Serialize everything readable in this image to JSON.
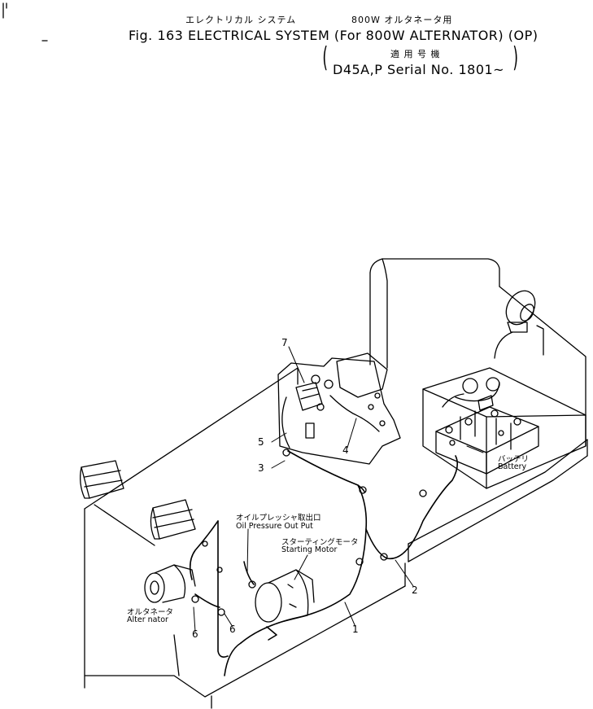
{
  "header": {
    "title_jp": "エレクトリカル システム",
    "variant_jp": "800W オルタネータ用",
    "title_en": "Fig. 163   ELECTRICAL SYSTEM (For 800W ALTERNATOR) (OP)",
    "applicable_jp": "適 用 号 機",
    "open_paren": "(",
    "serial": "D45A,P Serial No. 1801~",
    "close_paren": ")"
  },
  "labels": {
    "oil_pressure_jp": "オイルプレッシャ取出口",
    "oil_pressure_en": "Oil Pressure Out Put",
    "starting_motor_jp": "スターティングモータ",
    "starting_motor_en": "Starting Motor",
    "alternator_jp": "オルタネータ",
    "alternator_en": "Alter nator",
    "battery_jp": "バッテリ",
    "battery_en": "Battery"
  },
  "callouts": {
    "c1": "1",
    "c2": "2",
    "c3": "3",
    "c4": "4",
    "c5": "5",
    "c6a": "6",
    "c6b": "6",
    "c7": "7"
  },
  "colors": {
    "ink": "#000000",
    "paper": "#ffffff"
  }
}
